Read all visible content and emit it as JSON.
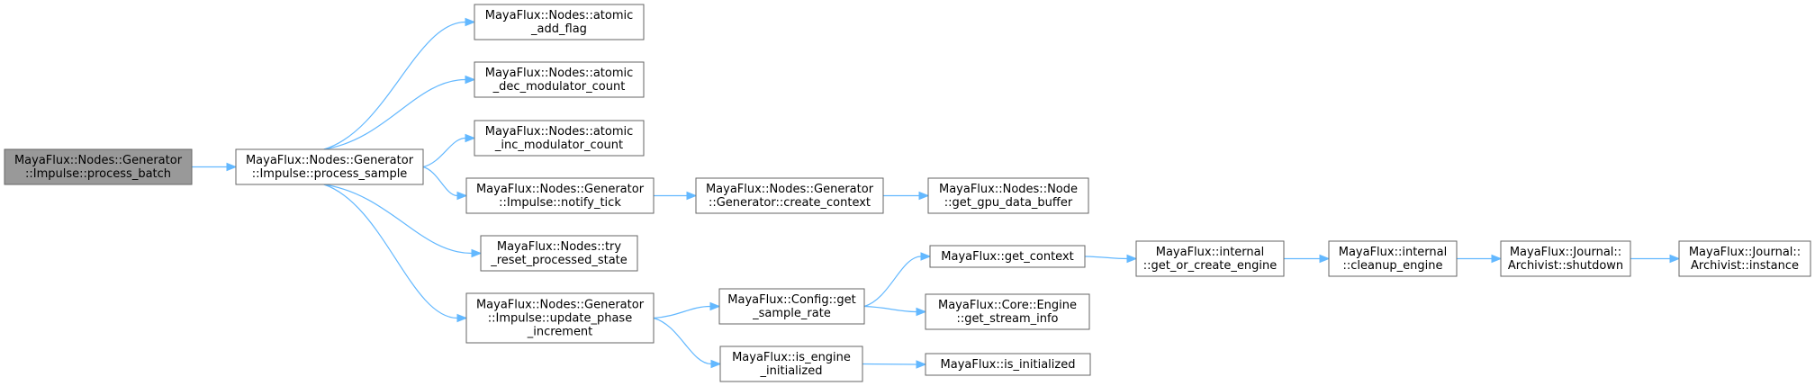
{
  "diagram": {
    "type": "call-graph",
    "colors": {
      "edge": "#63b8ff",
      "root_fill": "#999999",
      "node_border": "#666666",
      "node_fill": "#ffffff"
    },
    "nodes": [
      {
        "id": "process_batch",
        "lines": [
          "MayaFlux::Nodes::Generator",
          "::Impulse::process_batch"
        ],
        "root": true
      },
      {
        "id": "process_sample",
        "lines": [
          "MayaFlux::Nodes::Generator",
          "::Impulse::process_sample"
        ]
      },
      {
        "id": "atomic_add_flag",
        "lines": [
          "MayaFlux::Nodes::atomic",
          "_add_flag"
        ]
      },
      {
        "id": "atomic_dec",
        "lines": [
          "MayaFlux::Nodes::atomic",
          "_dec_modulator_count"
        ]
      },
      {
        "id": "atomic_inc",
        "lines": [
          "MayaFlux::Nodes::atomic",
          "_inc_modulator_count"
        ]
      },
      {
        "id": "notify_tick",
        "lines": [
          "MayaFlux::Nodes::Generator",
          "::Impulse::notify_tick"
        ]
      },
      {
        "id": "try_reset",
        "lines": [
          "MayaFlux::Nodes::try",
          "_reset_processed_state"
        ]
      },
      {
        "id": "update_phase",
        "lines": [
          "MayaFlux::Nodes::Generator",
          "::Impulse::update_phase",
          "_increment"
        ]
      },
      {
        "id": "create_context",
        "lines": [
          "MayaFlux::Nodes::Generator",
          "::Generator::create_context"
        ]
      },
      {
        "id": "gpu_buffer",
        "lines": [
          "MayaFlux::Nodes::Node",
          "::get_gpu_data_buffer"
        ]
      },
      {
        "id": "get_sample_rate",
        "lines": [
          "MayaFlux::Config::get",
          "_sample_rate"
        ]
      },
      {
        "id": "is_engine_init",
        "lines": [
          "MayaFlux::is_engine",
          "_initialized"
        ]
      },
      {
        "id": "get_context",
        "lines": [
          "MayaFlux::get_context"
        ]
      },
      {
        "id": "get_stream_info",
        "lines": [
          "MayaFlux::Core::Engine",
          "::get_stream_info"
        ]
      },
      {
        "id": "is_initialized",
        "lines": [
          "MayaFlux::is_initialized"
        ]
      },
      {
        "id": "get_or_create",
        "lines": [
          "MayaFlux::internal",
          "::get_or_create_engine"
        ]
      },
      {
        "id": "cleanup_engine",
        "lines": [
          "MayaFlux::internal",
          "::cleanup_engine"
        ]
      },
      {
        "id": "archivist_shutdown",
        "lines": [
          "MayaFlux::Journal::",
          "Archivist::shutdown"
        ]
      },
      {
        "id": "archivist_instance",
        "lines": [
          "MayaFlux::Journal::",
          "Archivist::instance"
        ]
      }
    ],
    "edges": [
      [
        "process_batch",
        "process_sample"
      ],
      [
        "process_sample",
        "atomic_add_flag"
      ],
      [
        "process_sample",
        "atomic_dec"
      ],
      [
        "process_sample",
        "atomic_inc"
      ],
      [
        "process_sample",
        "notify_tick"
      ],
      [
        "process_sample",
        "try_reset"
      ],
      [
        "process_sample",
        "update_phase"
      ],
      [
        "notify_tick",
        "create_context"
      ],
      [
        "create_context",
        "gpu_buffer"
      ],
      [
        "update_phase",
        "get_sample_rate"
      ],
      [
        "update_phase",
        "is_engine_init"
      ],
      [
        "get_sample_rate",
        "get_context"
      ],
      [
        "get_sample_rate",
        "get_stream_info"
      ],
      [
        "is_engine_init",
        "is_initialized"
      ],
      [
        "get_context",
        "get_or_create"
      ],
      [
        "get_or_create",
        "cleanup_engine"
      ],
      [
        "cleanup_engine",
        "archivist_shutdown"
      ],
      [
        "archivist_shutdown",
        "archivist_instance"
      ]
    ]
  }
}
